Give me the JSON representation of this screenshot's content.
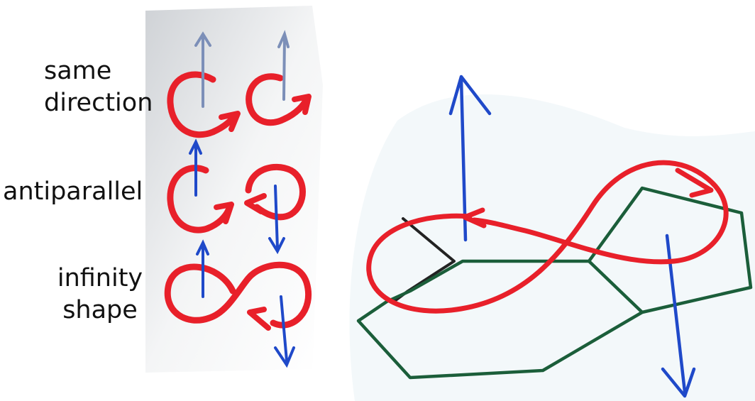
{
  "labels": {
    "same_direction": [
      "same",
      "direction"
    ],
    "antiparallel": "antiparallel",
    "infinity_shape": [
      "infinity",
      "shape"
    ]
  },
  "colors": {
    "loop": "#e8202a",
    "arrow": "#1f49c9",
    "arrow_faint": "#7c8fb8",
    "ring_green": "#1b5e3a",
    "ring_dark": "#222222",
    "paper": "#ffffff",
    "paper_shadow": "#d8dbe0"
  }
}
